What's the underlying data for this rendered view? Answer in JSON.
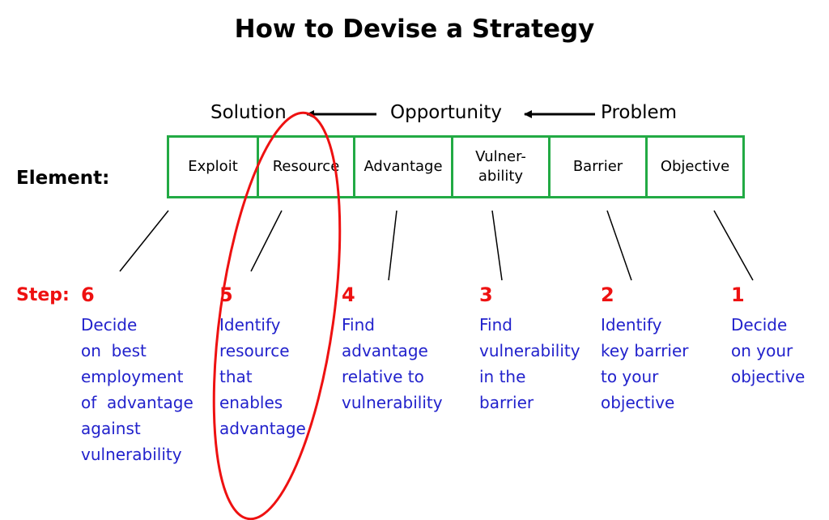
{
  "title": "How to Devise a Strategy",
  "flow": {
    "solution": "Solution",
    "opportunity": "Opportunity",
    "problem": "Problem"
  },
  "element_label": "Element:",
  "step_label": "Step:",
  "elements": [
    {
      "line1": "Exploit",
      "line2": ""
    },
    {
      "line1": "Resource",
      "line2": ""
    },
    {
      "line1": "Advantage",
      "line2": ""
    },
    {
      "line1": "Vulner-",
      "line2": "ability"
    },
    {
      "line1": "Barrier",
      "line2": ""
    },
    {
      "line1": "Objective",
      "line2": ""
    }
  ],
  "steps": [
    {
      "number": "6",
      "text": "Decide\non  best\nemployment\nof  advantage\nagainst\nvulnerability"
    },
    {
      "number": "5",
      "text": "Identify\nresource\nthat\nenables\nadvantage"
    },
    {
      "number": "4",
      "text": "Find\nadvantage\nrelative to\nvulnerability"
    },
    {
      "number": "3",
      "text": "Find\nvulnerability\nin the\nbarrier"
    },
    {
      "number": "2",
      "text": "Identify\nkey barrier\nto your\nobjective"
    },
    {
      "number": "1",
      "text": "Decide\non your\nobjective"
    }
  ],
  "colors": {
    "box_border": "#22aa44",
    "step_number": "#ee1111",
    "step_text": "#2222cc",
    "highlight_ellipse": "#ee1111"
  }
}
